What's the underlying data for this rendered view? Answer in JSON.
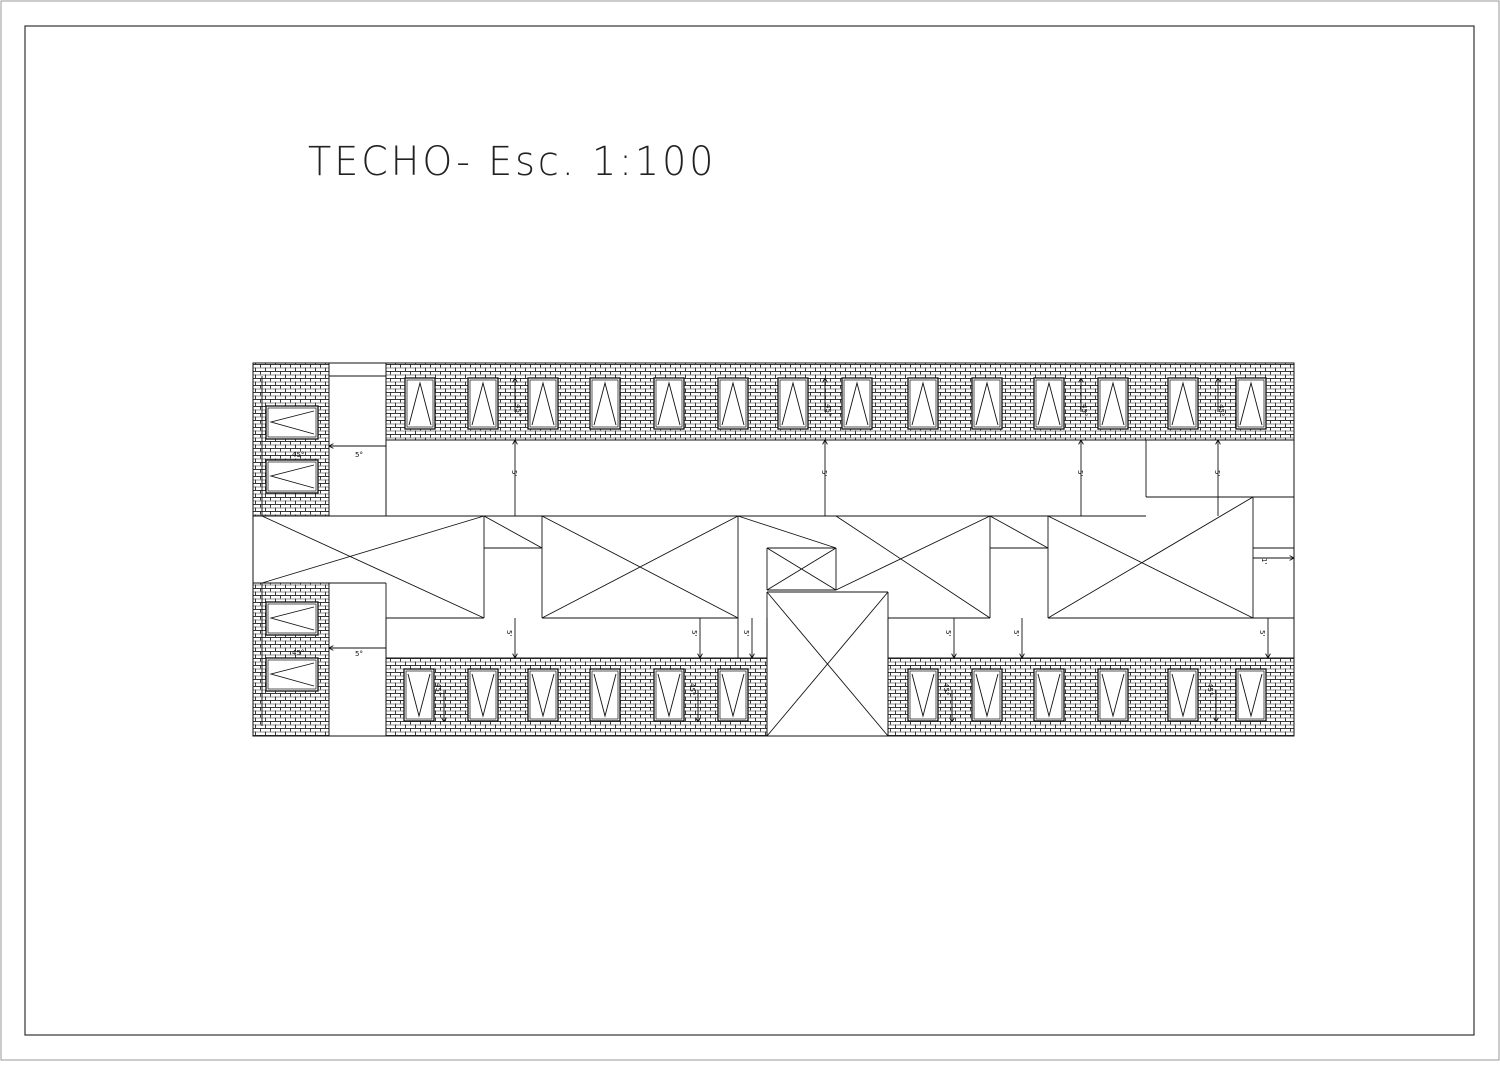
{
  "drawing": {
    "title": "TECHO- Esc. 1:100"
  },
  "annotations": {
    "slope_5": "5°",
    "slope_45": "45°",
    "slope_5_plain": "5'",
    "slope_1": "1'"
  }
}
